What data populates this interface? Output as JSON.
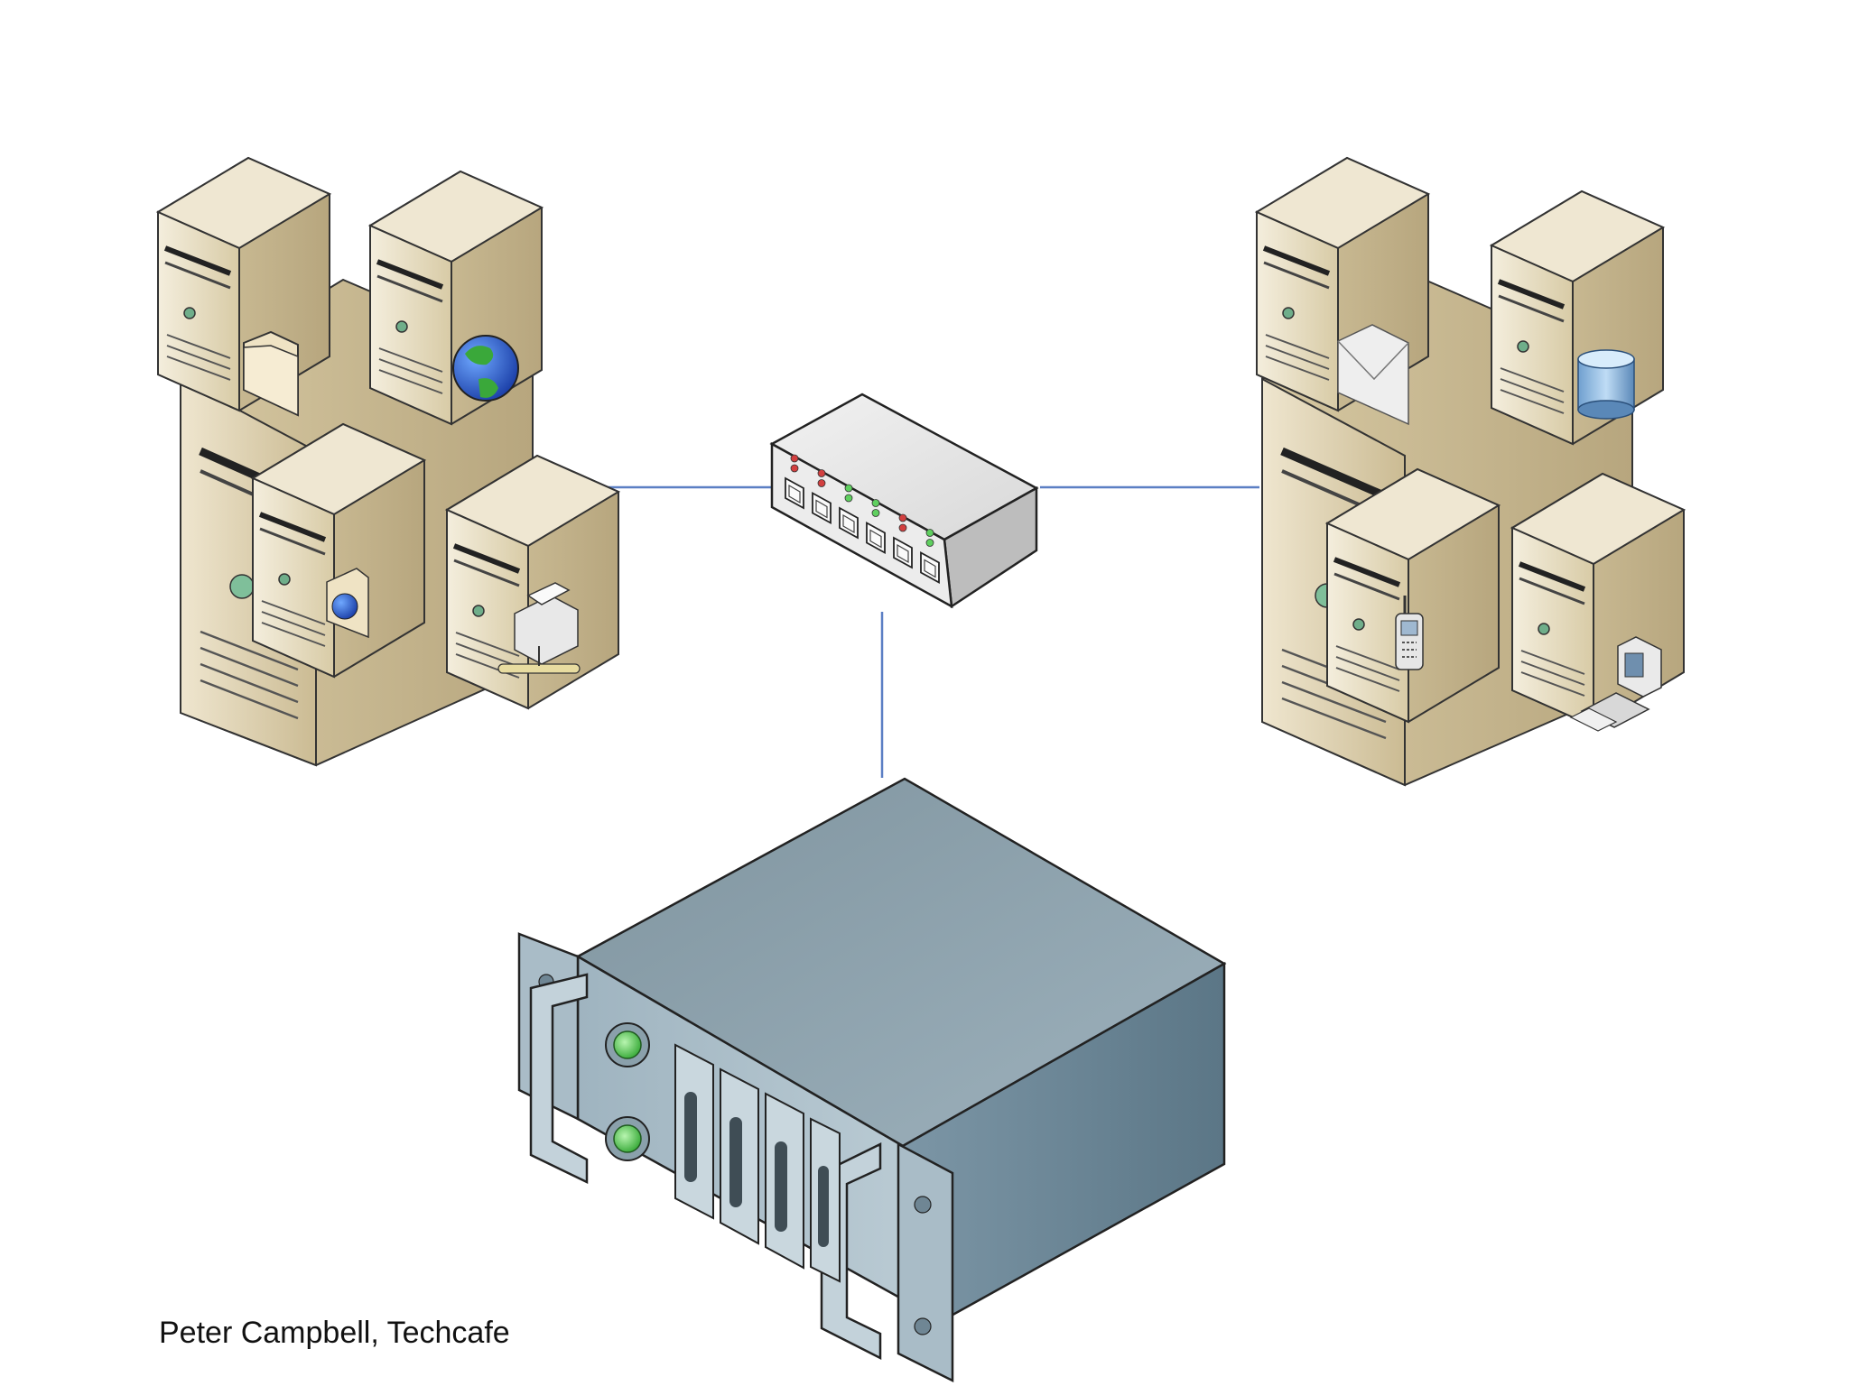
{
  "diagram": {
    "nodes": [
      {
        "id": "left-server-cluster",
        "type": "server-cluster",
        "icons": [
          "folder-icon",
          "globe-icon",
          "globe-document-icon",
          "printer-icon"
        ]
      },
      {
        "id": "network-switch",
        "type": "network-switch",
        "ports": 6
      },
      {
        "id": "right-server-cluster",
        "type": "server-cluster",
        "icons": [
          "mail-icon",
          "database-icon",
          "mobile-phone-icon",
          "workstation-icon"
        ]
      },
      {
        "id": "rack-server",
        "type": "rack-server"
      }
    ],
    "edges": [
      {
        "from": "left-server-cluster",
        "to": "network-switch"
      },
      {
        "from": "network-switch",
        "to": "right-server-cluster"
      },
      {
        "from": "network-switch",
        "to": "rack-server"
      }
    ]
  },
  "credit": "Peter Campbell, Techcafe",
  "colors": {
    "link": "#5b7fc4",
    "server_beige": "#e6dcc0",
    "rack_steel": "#8ea4b0",
    "led_green": "#5fcf5f",
    "led_red": "#d24040"
  }
}
